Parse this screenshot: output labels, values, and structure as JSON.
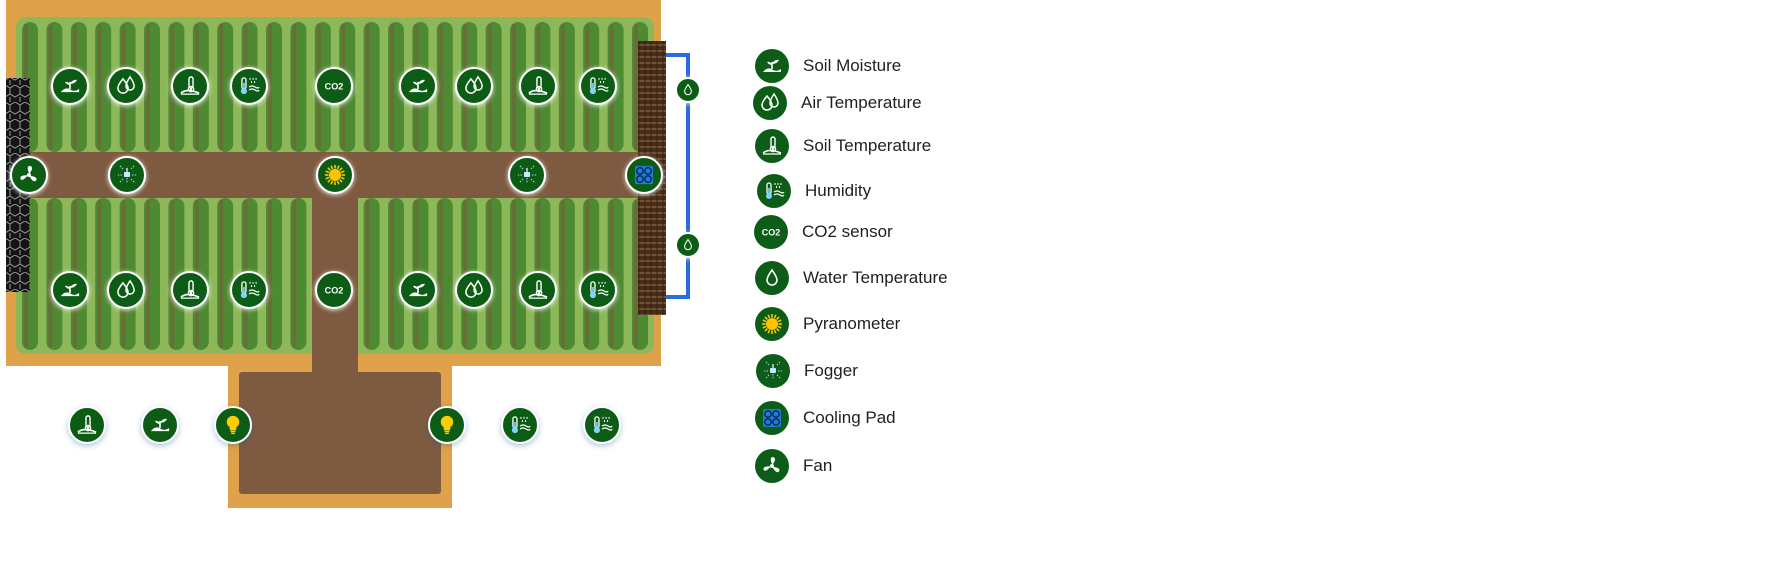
{
  "legend": [
    {
      "key": "soil-moisture",
      "label": "Soil Moisture",
      "icon": "soil-moisture-icon"
    },
    {
      "key": "air-temperature",
      "label": "Air Temperature",
      "icon": "air-temperature-icon"
    },
    {
      "key": "soil-temperature",
      "label": "Soil Temperature",
      "icon": "soil-temperature-icon"
    },
    {
      "key": "humidity",
      "label": "Humidity",
      "icon": "humidity-icon"
    },
    {
      "key": "co2",
      "label": "CO2 sensor",
      "icon": "co2-sensor-icon"
    },
    {
      "key": "water-temperature",
      "label": "Water Temperature",
      "icon": "water-temperature-icon"
    },
    {
      "key": "pyranometer",
      "label": "Pyranometer",
      "icon": "pyranometer-icon"
    },
    {
      "key": "fogger",
      "label": "Fogger",
      "icon": "fogger-icon"
    },
    {
      "key": "cooling-pad",
      "label": "Cooling Pad",
      "icon": "cooling-pad-icon"
    },
    {
      "key": "fan",
      "label": "Fan",
      "icon": "fan-icon"
    }
  ],
  "markers": {
    "upper_sensor_row": [
      "soil-moisture",
      "air-temperature",
      "soil-temperature",
      "humidity",
      "co2",
      "soil-moisture",
      "air-temperature",
      "soil-temperature",
      "humidity"
    ],
    "aisle_devices": [
      "fan",
      "fogger",
      "pyranometer",
      "fogger",
      "cooling-pad"
    ],
    "lower_sensor_row": [
      "soil-moisture",
      "air-temperature",
      "soil-temperature",
      "humidity",
      "co2",
      "soil-moisture",
      "air-temperature",
      "soil-temperature",
      "humidity"
    ],
    "water_line": [
      "water-temperature",
      "water-temperature"
    ],
    "outdoor_row": [
      "soil-temperature",
      "soil-moisture",
      "light-bulb",
      "light-bulb",
      "humidity",
      "humidity"
    ]
  },
  "co2_text": "CO2",
  "colors": {
    "marker_fill": "#0d5c17",
    "bed_border": "#dfa24a",
    "crop_field": "#8db85a",
    "crop_row": "#4e8a32",
    "path_soil": "#7d5a40",
    "cooling_pad": "#5a3a22",
    "water_pipe": "#2a6be0",
    "sun": "#ffc400",
    "bulb": "#ffcc00",
    "light_blue": "#7fd4ff"
  }
}
